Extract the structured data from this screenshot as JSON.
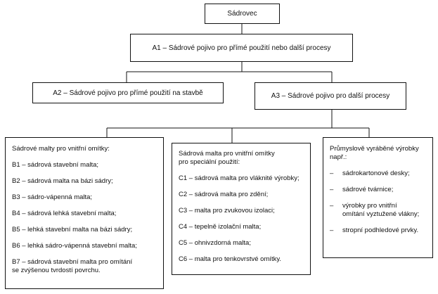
{
  "root": "Sádrovec",
  "a1": "A1 – Sádrové pojivo pro přímé použití nebo další procesy",
  "a2": "A2 – Sádrové pojivo pro přímé použití na stavbě",
  "a3": "A3 – Sádrové pojivo pro další procesy",
  "left": {
    "title": "Sádrové malty pro vnitřní omítky:",
    "items": [
      "B1 – sádrová stavební malta;",
      "B2 – sádrová malta na bázi sádry;",
      "B3 – sádro-vápenná malta;",
      "B4 – sádrová lehká stavební malta;",
      "B5 – lehká stavební malta na bázi sádry;",
      "B6 – lehká sádro-vápenná stavební malta;",
      "B7 – sádrová stavební malta pro omítání",
      "se zvýšenou tvrdostí povrchu."
    ]
  },
  "middle": {
    "title_line1": "Sádrová malta pro vnitřní omítky",
    "title_line2": "pro speciální použití:",
    "items": [
      "C1 – sádrová malta pro vláknité výrobky;",
      "C2 – sádrová malta pro zdění;",
      "C3 – malta pro zvukovou izolaci;",
      "C4 – tepelně izolační malta;",
      "C5 – ohnivzdorná malta;",
      "C6 – malta pro tenkovrstvé omítky."
    ]
  },
  "right": {
    "title_line1": "Průmyslově vyráběné výrobky",
    "title_line2": "např.:",
    "dash": "–",
    "items": [
      "sádrokartonové desky;",
      "sádrové tvárnice;",
      "výrobky pro vnitřní",
      "omítání vyztužené vlákny;",
      "stropní podhledové prvky."
    ]
  }
}
